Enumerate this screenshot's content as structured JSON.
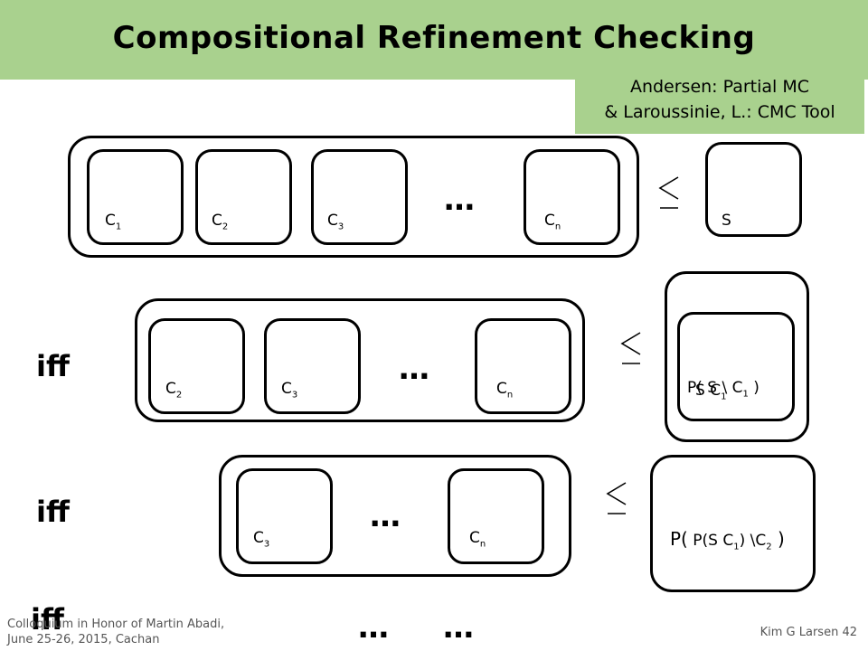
{
  "slide": {
    "title": "Compositional Refinement Checking",
    "citation_line1": "Andersen: Partial MC",
    "citation_line2": "& Laroussinie, L.: CMC Tool",
    "iff_label": "iff",
    "ellipsis": "…",
    "footer_left_line1": "Colloquium in Honor of Martin Abadi,",
    "footer_left_line2": "June 25-26, 2015, Cachan",
    "footer_right": "Kim G Larsen 42"
  },
  "row1": {
    "c1": "C",
    "c1_sub": "1",
    "c2": "C",
    "c2_sub": "2",
    "c3": "C",
    "c3_sub": "3",
    "cn": "C",
    "cn_sub": "n",
    "spec": "S"
  },
  "row2": {
    "c2": "C",
    "c2_sub": "2",
    "c3": "C",
    "c3_sub": "3",
    "cn": "C",
    "cn_sub": "n",
    "spec_a": "P( S \\ C",
    "spec_a_sub": "1",
    "spec_a_end": " )",
    "spec_b": "S C",
    "spec_b_sub": "1"
  },
  "row3": {
    "c3": "C",
    "c3_sub": "3",
    "cn": "C",
    "cn_sub": "n",
    "spec_prefix": "P(",
    "spec_inner": " P(S C",
    "spec_inner_sub": "1",
    "spec_mid": ") \\C",
    "spec_mid_sub": "2",
    "spec_end": " )"
  }
}
